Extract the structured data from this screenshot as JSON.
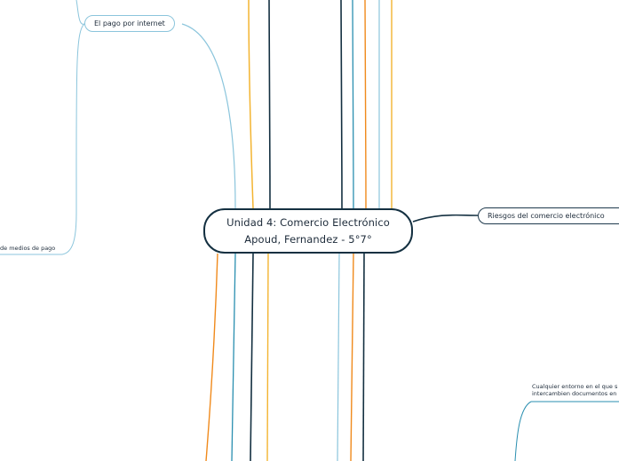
{
  "central_topic": {
    "line1": "Unidad 4: Comercio Electrónico",
    "line2": "Apoud, Fernandez - 5°7°"
  },
  "topics": {
    "pago_internet": "El pago por internet",
    "riesgos": "Riesgos del comercio electrónico",
    "medios_pago": "de medios de pago",
    "cualquier_line1": "Cualquier entorno en el que s",
    "cualquier_line2": "intercambien documentos en"
  },
  "colors": {
    "navy": "#143041",
    "light_blue": "#8bc5dc",
    "teal": "#2a8fb0",
    "orange": "#f08a1c",
    "gold": "#f3b431"
  }
}
